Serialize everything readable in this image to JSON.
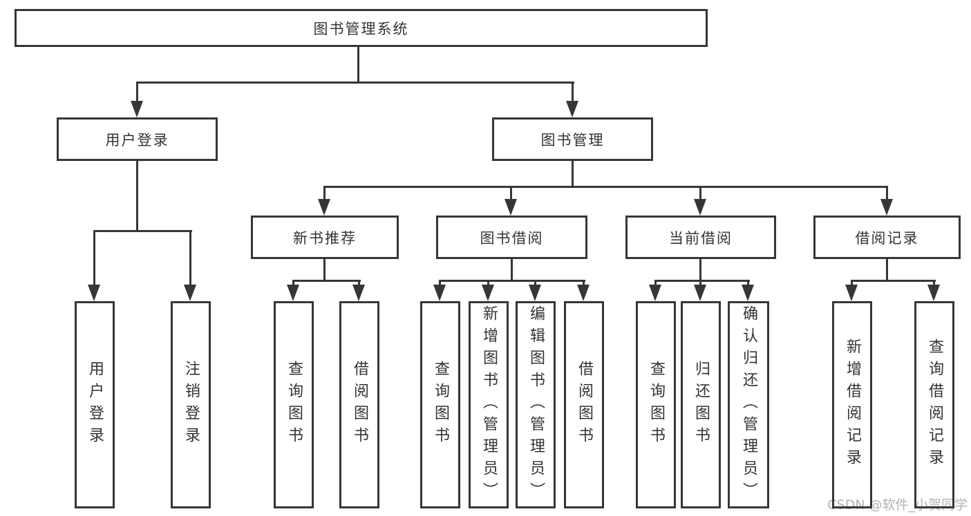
{
  "tree": {
    "root": "图书管理系统",
    "user": {
      "label": "用户登录",
      "children": [
        "用户登录",
        "注销登录"
      ]
    },
    "book": {
      "label": "图书管理",
      "children": [
        {
          "label": "新书推荐",
          "children": [
            "查询图书",
            "借阅图书"
          ]
        },
        {
          "label": "图书借阅",
          "children": [
            "查询图书",
            "新增图书（管理员）",
            "编辑图书（管理员）",
            "借阅图书"
          ]
        },
        {
          "label": "当前借阅",
          "children": [
            "查询图书",
            "归还图书",
            "确认归还（管理员）"
          ]
        },
        {
          "label": "借阅记录",
          "children": [
            "新增借阅记录",
            "查询借阅记录"
          ]
        }
      ]
    }
  },
  "watermark": {
    "text": "CSDN @软件_小贺同学"
  },
  "colors": {
    "line": "#363636",
    "text": "#333333",
    "watermark": "#b2b2b5",
    "background": "#ffffff"
  }
}
